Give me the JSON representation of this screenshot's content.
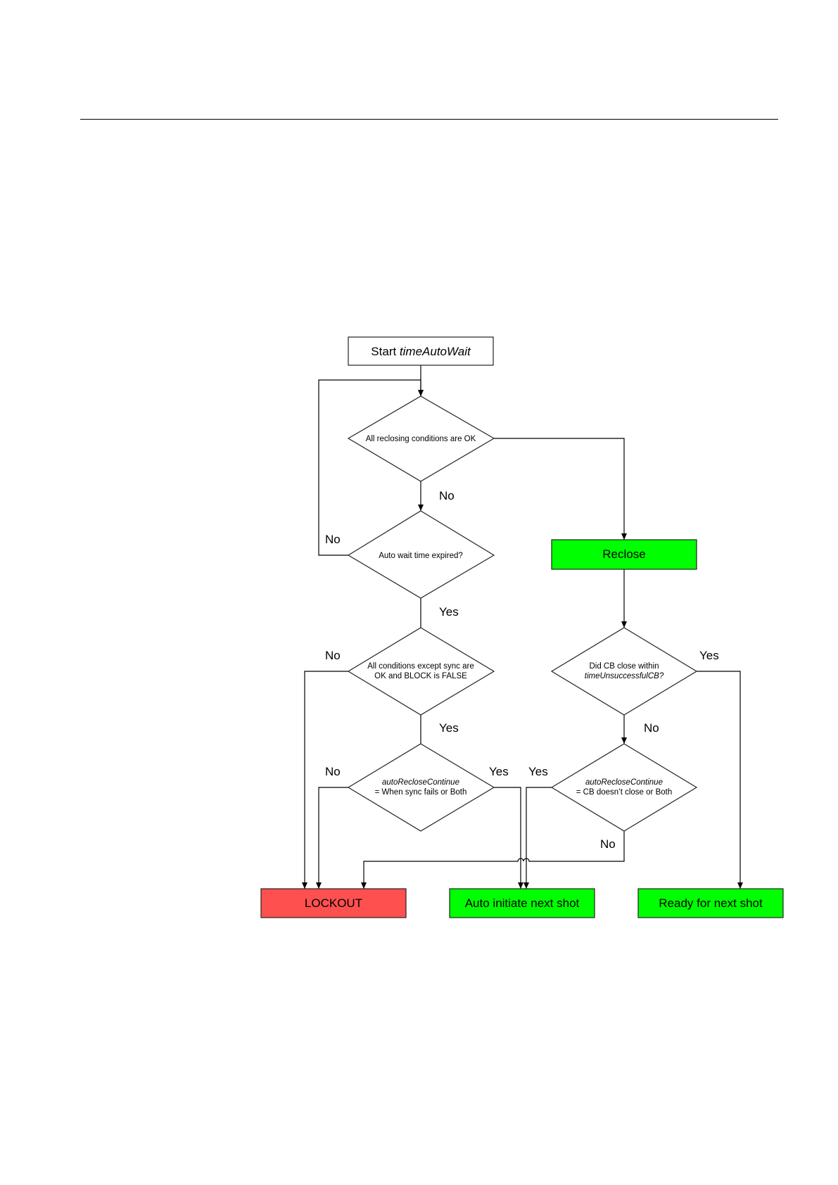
{
  "diagram": {
    "nodes": {
      "start": {
        "text": "Start ",
        "italic": "timeAutoWait"
      },
      "d_all_ok": {
        "line1": "All reclosing conditions are OK"
      },
      "d_wait": {
        "line1": "Auto wait time expired?"
      },
      "d_except_sync": {
        "line1": "All conditions except sync are",
        "line2": "OK and BLOCK is FALSE"
      },
      "d_continue_sync": {
        "line1": "autoRecloseContinue",
        "line2": "= When sync fails or Both"
      },
      "reclose": {
        "text": "Reclose"
      },
      "d_cb_close": {
        "line1": "Did CB close within",
        "line2": "timeUnsuccessfulCB?"
      },
      "d_continue_cb": {
        "line1": "autoRecloseContinue",
        "line2": "= CB doesn’t close or Both"
      },
      "lockout": {
        "text": "LOCKOUT"
      },
      "auto_next": {
        "text": "Auto initiate next shot"
      },
      "ready_next": {
        "text": "Ready for next shot"
      }
    },
    "edge_labels": {
      "all_ok_no": "No",
      "wait_no": "No",
      "wait_yes": "Yes",
      "except_sync_no": "No",
      "except_sync_yes": "Yes",
      "continue_sync_no": "No",
      "continue_sync_yes": "Yes",
      "cb_close_yes": "Yes",
      "cb_close_no": "No",
      "continue_cb_yes": "Yes",
      "continue_cb_no": "No"
    },
    "colors": {
      "reclose_fill": "#00ff00",
      "auto_next_fill": "#00ff00",
      "ready_next_fill": "#00ff00",
      "lockout_fill": "#ff5050",
      "default_fill": "#ffffff"
    }
  }
}
